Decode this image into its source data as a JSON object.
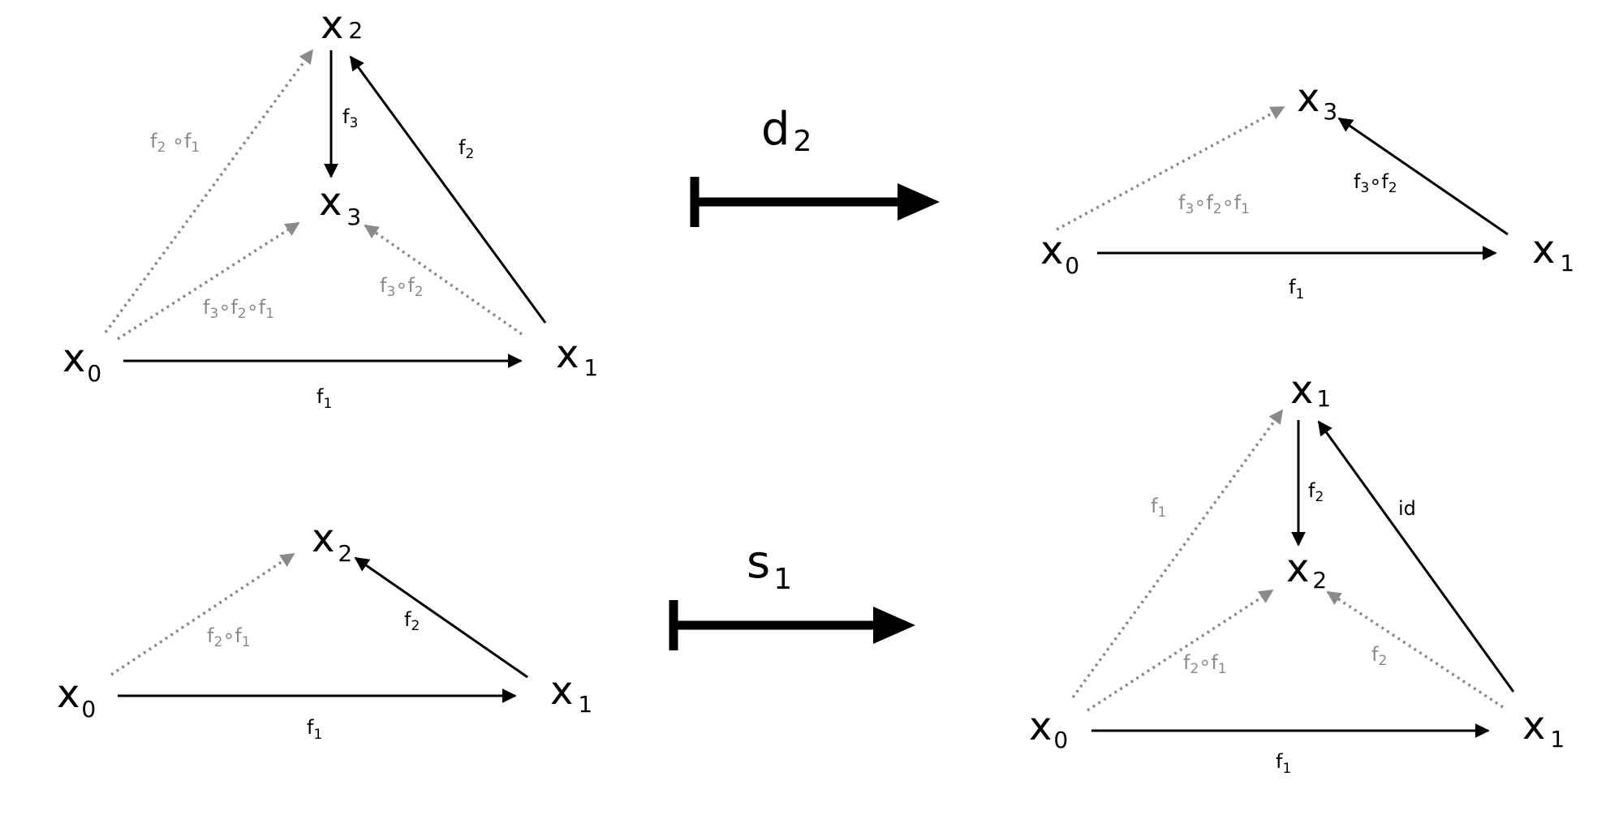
{
  "ops": {
    "face": {
      "name": "d",
      "index": "2"
    },
    "degen": {
      "name": "s",
      "index": "1"
    }
  },
  "diagrams": {
    "left_top": {
      "x2": {
        "base": "x",
        "idx": "2"
      },
      "x3": {
        "base": "x",
        "idx": "3"
      },
      "x0": {
        "base": "x",
        "idx": "0"
      },
      "x1": {
        "base": "x",
        "idx": "1"
      },
      "f1": {
        "a": "f",
        "a_i": "1"
      },
      "f2": {
        "a": "f",
        "a_i": "2"
      },
      "f3": {
        "a": "f",
        "a_i": "3"
      },
      "f2f1": {
        "a": "f",
        "a_i": "2",
        "op1": " ∘",
        "b": "f",
        "b_i": "1"
      },
      "f3f2f1": {
        "a": "f",
        "a_i": "3",
        "op1": "∘",
        "b": "f",
        "b_i": "2",
        "op2": "∘",
        "c": "f",
        "c_i": "1"
      },
      "f3f2": {
        "a": "f",
        "a_i": "3",
        "op1": "∘",
        "b": "f",
        "b_i": "2"
      }
    },
    "right_top": {
      "x3": {
        "base": "x",
        "idx": "3"
      },
      "x0": {
        "base": "x",
        "idx": "0"
      },
      "x1": {
        "base": "x",
        "idx": "1"
      },
      "f1": {
        "a": "f",
        "a_i": "1"
      },
      "f3f2": {
        "a": "f",
        "a_i": "3",
        "op1": "∘",
        "b": "f",
        "b_i": "2"
      },
      "f3f2f1": {
        "a": "f",
        "a_i": "3",
        "op1": "∘",
        "b": "f",
        "b_i": "2",
        "op2": "∘",
        "c": "f",
        "c_i": "1"
      }
    },
    "left_bottom": {
      "x2": {
        "base": "x",
        "idx": "2"
      },
      "x0": {
        "base": "x",
        "idx": "0"
      },
      "x1": {
        "base": "x",
        "idx": "1"
      },
      "f1": {
        "a": "f",
        "a_i": "1"
      },
      "f2": {
        "a": "f",
        "a_i": "2"
      },
      "f2f1": {
        "a": "f",
        "a_i": "2",
        "op1": "∘",
        "b": "f",
        "b_i": "1"
      }
    },
    "right_bottom": {
      "x1top": {
        "base": "x",
        "idx": "1"
      },
      "x2": {
        "base": "x",
        "idx": "2"
      },
      "x0": {
        "base": "x",
        "idx": "0"
      },
      "x1": {
        "base": "x",
        "idx": "1"
      },
      "f1_dotted": {
        "a": "f",
        "a_i": "1"
      },
      "f2_vert": {
        "a": "f",
        "a_i": "2"
      },
      "id": {
        "a": "id"
      },
      "f2f1": {
        "a": "f",
        "a_i": "2",
        "op1": "∘",
        "b": "f",
        "b_i": "1"
      },
      "f2_dotted": {
        "a": "f",
        "a_i": "2"
      },
      "f1": {
        "a": "f",
        "a_i": "1"
      }
    }
  },
  "colors": {
    "solid": "#000000",
    "dotted": "#8a8a8a"
  }
}
